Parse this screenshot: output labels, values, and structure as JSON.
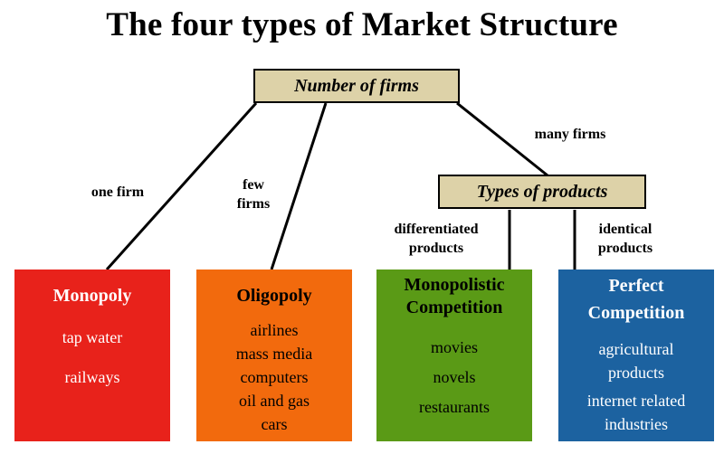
{
  "title": "The four types of Market Structure",
  "root_box": {
    "label": "Number of firms"
  },
  "products_box": {
    "label": "Types of products"
  },
  "branches": {
    "one_firm": "one firm",
    "few_firms_line1": "few",
    "few_firms_line2": "firms",
    "many_firms": "many firms",
    "differentiated_line1": "differentiated",
    "differentiated_line2": "products",
    "identical_line1": "identical",
    "identical_line2": "products"
  },
  "markets": [
    {
      "title_line1": "Monopoly",
      "items": [
        "tap water",
        "railways"
      ],
      "color": "#e8221b"
    },
    {
      "title_line1": "Oligopoly",
      "items": [
        "airlines",
        "mass media",
        "computers",
        "oil and gas",
        "cars"
      ],
      "color": "#f26a0d"
    },
    {
      "title_line1": "Monopolistic",
      "title_line2": "Competition",
      "items": [
        "movies",
        "novels",
        "restaurants"
      ],
      "color": "#5a9a16"
    },
    {
      "title_line1": "Perfect",
      "title_line2": "Competition",
      "items": [
        "agricultural",
        "products",
        "internet related",
        "industries"
      ],
      "color": "#1c62a0"
    }
  ],
  "colors": {
    "label_box_fill": "#ddd2a8",
    "monopoly": "#e8221b",
    "oligopoly": "#f26a0d",
    "monopolistic": "#5a9a16",
    "perfect": "#1c62a0"
  }
}
